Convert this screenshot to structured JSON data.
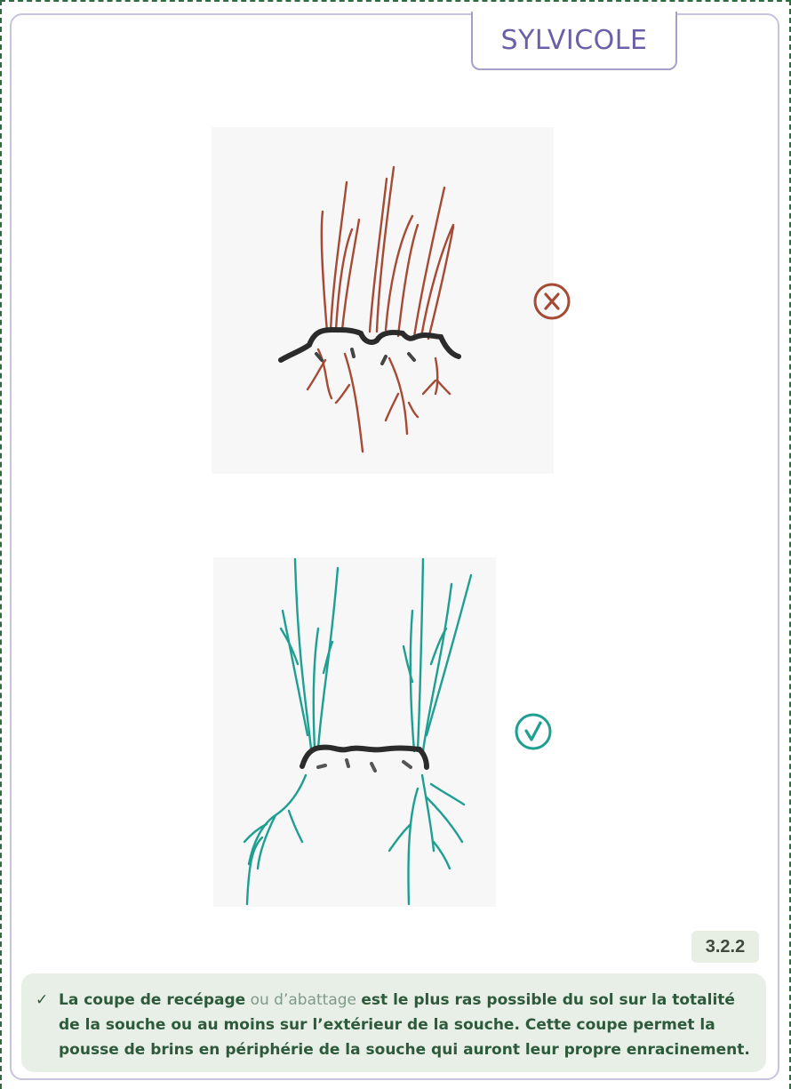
{
  "header": {
    "tab_label": "SYLVICOLE"
  },
  "illustrations": {
    "top": {
      "subject": "high-cut-stump-sketch",
      "verdict_icon": "cross-circle-icon",
      "verdict_label": "X",
      "color": "#a44a35"
    },
    "bottom": {
      "subject": "low-cut-stump-sketch",
      "verdict_icon": "check-circle-icon",
      "verdict_label": "✓",
      "color": "#1f9e92"
    }
  },
  "reference": "3.2.2",
  "note": {
    "bullet": "✓",
    "part1": "La coupe de recépage",
    "part2": " ou d’abattage ",
    "part3": "est le plus ras possible du sol sur la totalité de la souche ou au moins sur l’extérieur de la souche. Cette coupe permet la pousse de brins en périphérie de la souche qui auront leur propre enracinement."
  },
  "colors": {
    "frame_dash": "#2f6b3e",
    "card_border": "#c9c3de",
    "tab_text": "#6b5fa8",
    "note_bg": "#e8efe6",
    "note_text": "#2d5a3a"
  }
}
